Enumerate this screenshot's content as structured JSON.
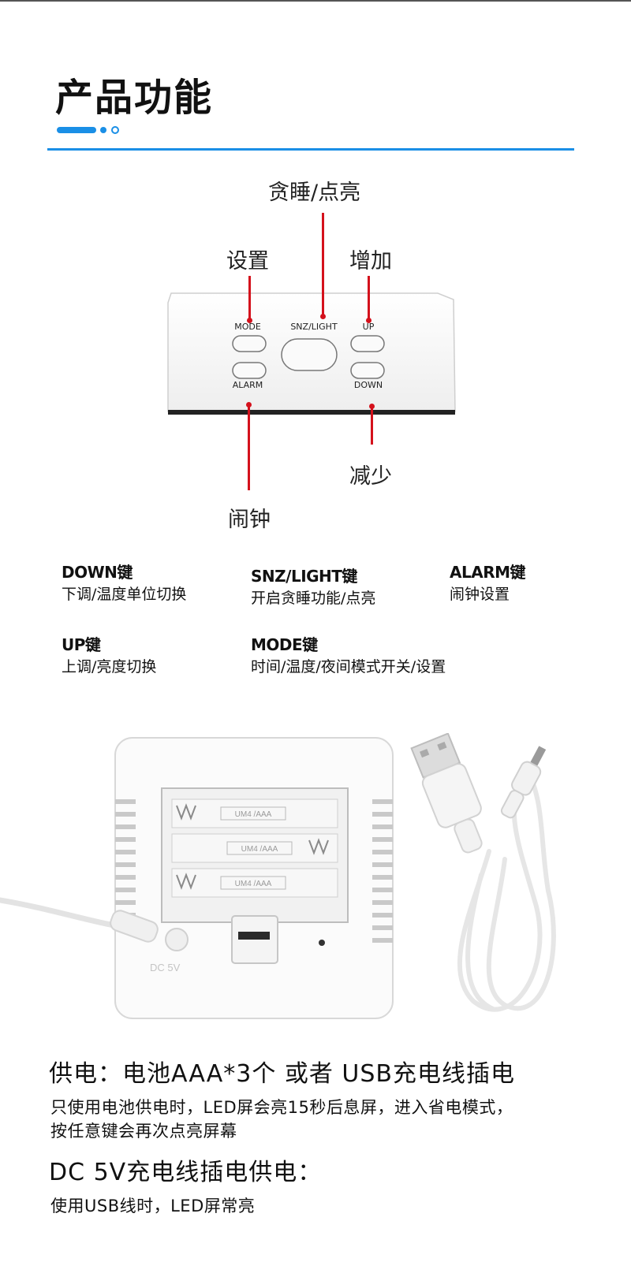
{
  "section": {
    "title": "产品功能",
    "accent_color": "#1a8fe6"
  },
  "diagram": {
    "labels": {
      "snz_light": "贪睡/点亮",
      "mode": "设置",
      "up": "增加",
      "down": "减少",
      "alarm": "闹钟"
    },
    "panel_labels": {
      "mode": "MODE",
      "snz_light": "SNZ/LIGHT",
      "up": "UP",
      "alarm": "ALARM",
      "down": "DOWN"
    },
    "pointer_color": "#d4111c"
  },
  "features": [
    {
      "key": "DOWN键",
      "desc": "下调/温度单位切换"
    },
    {
      "key": "SNZ/LIGHT键",
      "desc": "开启贪睡功能/点亮"
    },
    {
      "key": "ALARM键",
      "desc": "闹钟设置"
    },
    {
      "key": "UP键",
      "desc": "上调/亮度切换"
    },
    {
      "key": "MODE键",
      "desc": "时间/温度/夜间模式开关/设置"
    }
  ],
  "product_photo": {
    "battery_labels": [
      "UM4 /AAA",
      "UM4 /AAA",
      "UM4 /AAA"
    ],
    "dc_label": "DC 5V"
  },
  "power": {
    "heading": "供电：电池AAA*3个 或者 USB充电线插电",
    "line1": "只使用电池供电时，LED屏会亮15秒后息屏，进入省电模式，",
    "line2": "按任意键会再次点亮屏幕",
    "dc_heading": "DC 5V充电线插电供电：",
    "dc_line": "使用USB线时，LED屏常亮"
  }
}
